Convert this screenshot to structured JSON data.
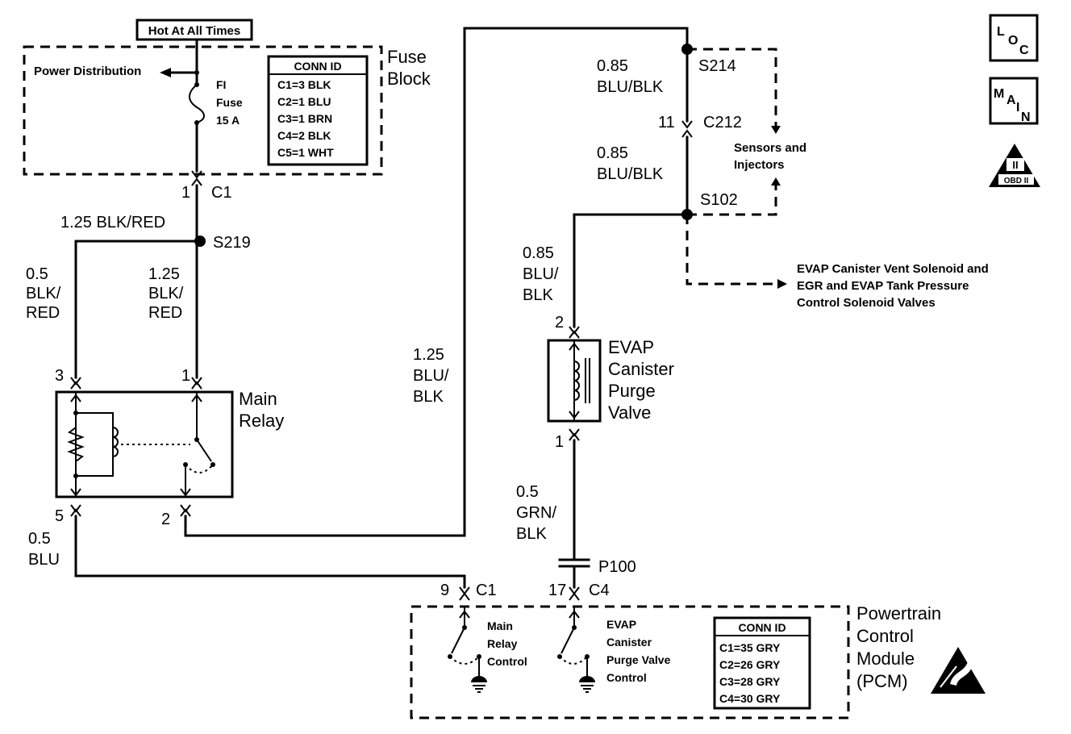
{
  "header": {
    "hot_label": "Hot At All Times"
  },
  "fuse_block": {
    "name_line1": "Fuse",
    "name_line2": "Block",
    "power_distribution": "Power Distribution",
    "fuse_line1": "FI",
    "fuse_line2": "Fuse",
    "fuse_line3": "15 A",
    "conn_title": "CONN ID",
    "conn_items": [
      "C1=3 BLK",
      "C2=1 BLU",
      "C3=1 BRN",
      "C4=2 BLK",
      "C5=1 WHT"
    ],
    "pin": "1",
    "connector": "C1"
  },
  "splices": {
    "s219": "S219",
    "s214": "S214",
    "s102": "S102",
    "p100": "P100",
    "c212": "C212",
    "c212_pin": "11"
  },
  "wires": {
    "w125_blkred": "1.25 BLK/RED",
    "w05_blkred": [
      "0.5",
      "BLK/",
      "RED"
    ],
    "w125_blkred_stack": [
      "1.25",
      "BLK/",
      "RED"
    ],
    "w085_blublk_top": [
      "0.85",
      "BLU/BLK"
    ],
    "w085_blublk_mid": [
      "0.85",
      "BLU/BLK"
    ],
    "w085_blublk_valve": [
      "0.85",
      "BLU/",
      "BLK"
    ],
    "w125_blublk": [
      "1.25",
      "BLU/",
      "BLK"
    ],
    "w05_grnblk": [
      "0.5",
      "GRN/",
      "BLK"
    ],
    "w05_blu": [
      "0.5",
      "BLU"
    ]
  },
  "relay": {
    "name_line1": "Main",
    "name_line2": "Relay",
    "pin3": "3",
    "pin1": "1",
    "pin5": "5",
    "pin2": "2"
  },
  "evap_valve": {
    "name": [
      "EVAP",
      "Canister",
      "Purge",
      "Valve"
    ],
    "pin_top": "2",
    "pin_bottom": "1"
  },
  "sensors": {
    "line1": "Sensors and",
    "line2": "Injectors"
  },
  "evap_vent": {
    "line1": "EVAP Canister Vent Solenoid and",
    "line2": "EGR and EVAP Tank Pressure",
    "line3": "Control Solenoid Valves"
  },
  "pcm": {
    "name": [
      "Powertrain",
      "Control",
      "Module",
      "(PCM)"
    ],
    "pin9": "9",
    "conn_c1": "C1",
    "pin17": "17",
    "conn_c4": "C4",
    "main_relay_ctrl": [
      "Main",
      "Relay",
      "Control"
    ],
    "evap_ctrl": [
      "EVAP",
      "Canister",
      "Purge Valve",
      "Control"
    ],
    "conn_title": "CONN ID",
    "conn_items": [
      "C1=35 GRY",
      "C2=26 GRY",
      "C3=28 GRY",
      "C4=30 GRY"
    ]
  },
  "icons": {
    "loc_letters": [
      "L",
      "O",
      "C"
    ],
    "main_letters": [
      "M",
      "A",
      "I",
      "N"
    ],
    "obd_roman": "II",
    "obd_label": "OBD II"
  }
}
